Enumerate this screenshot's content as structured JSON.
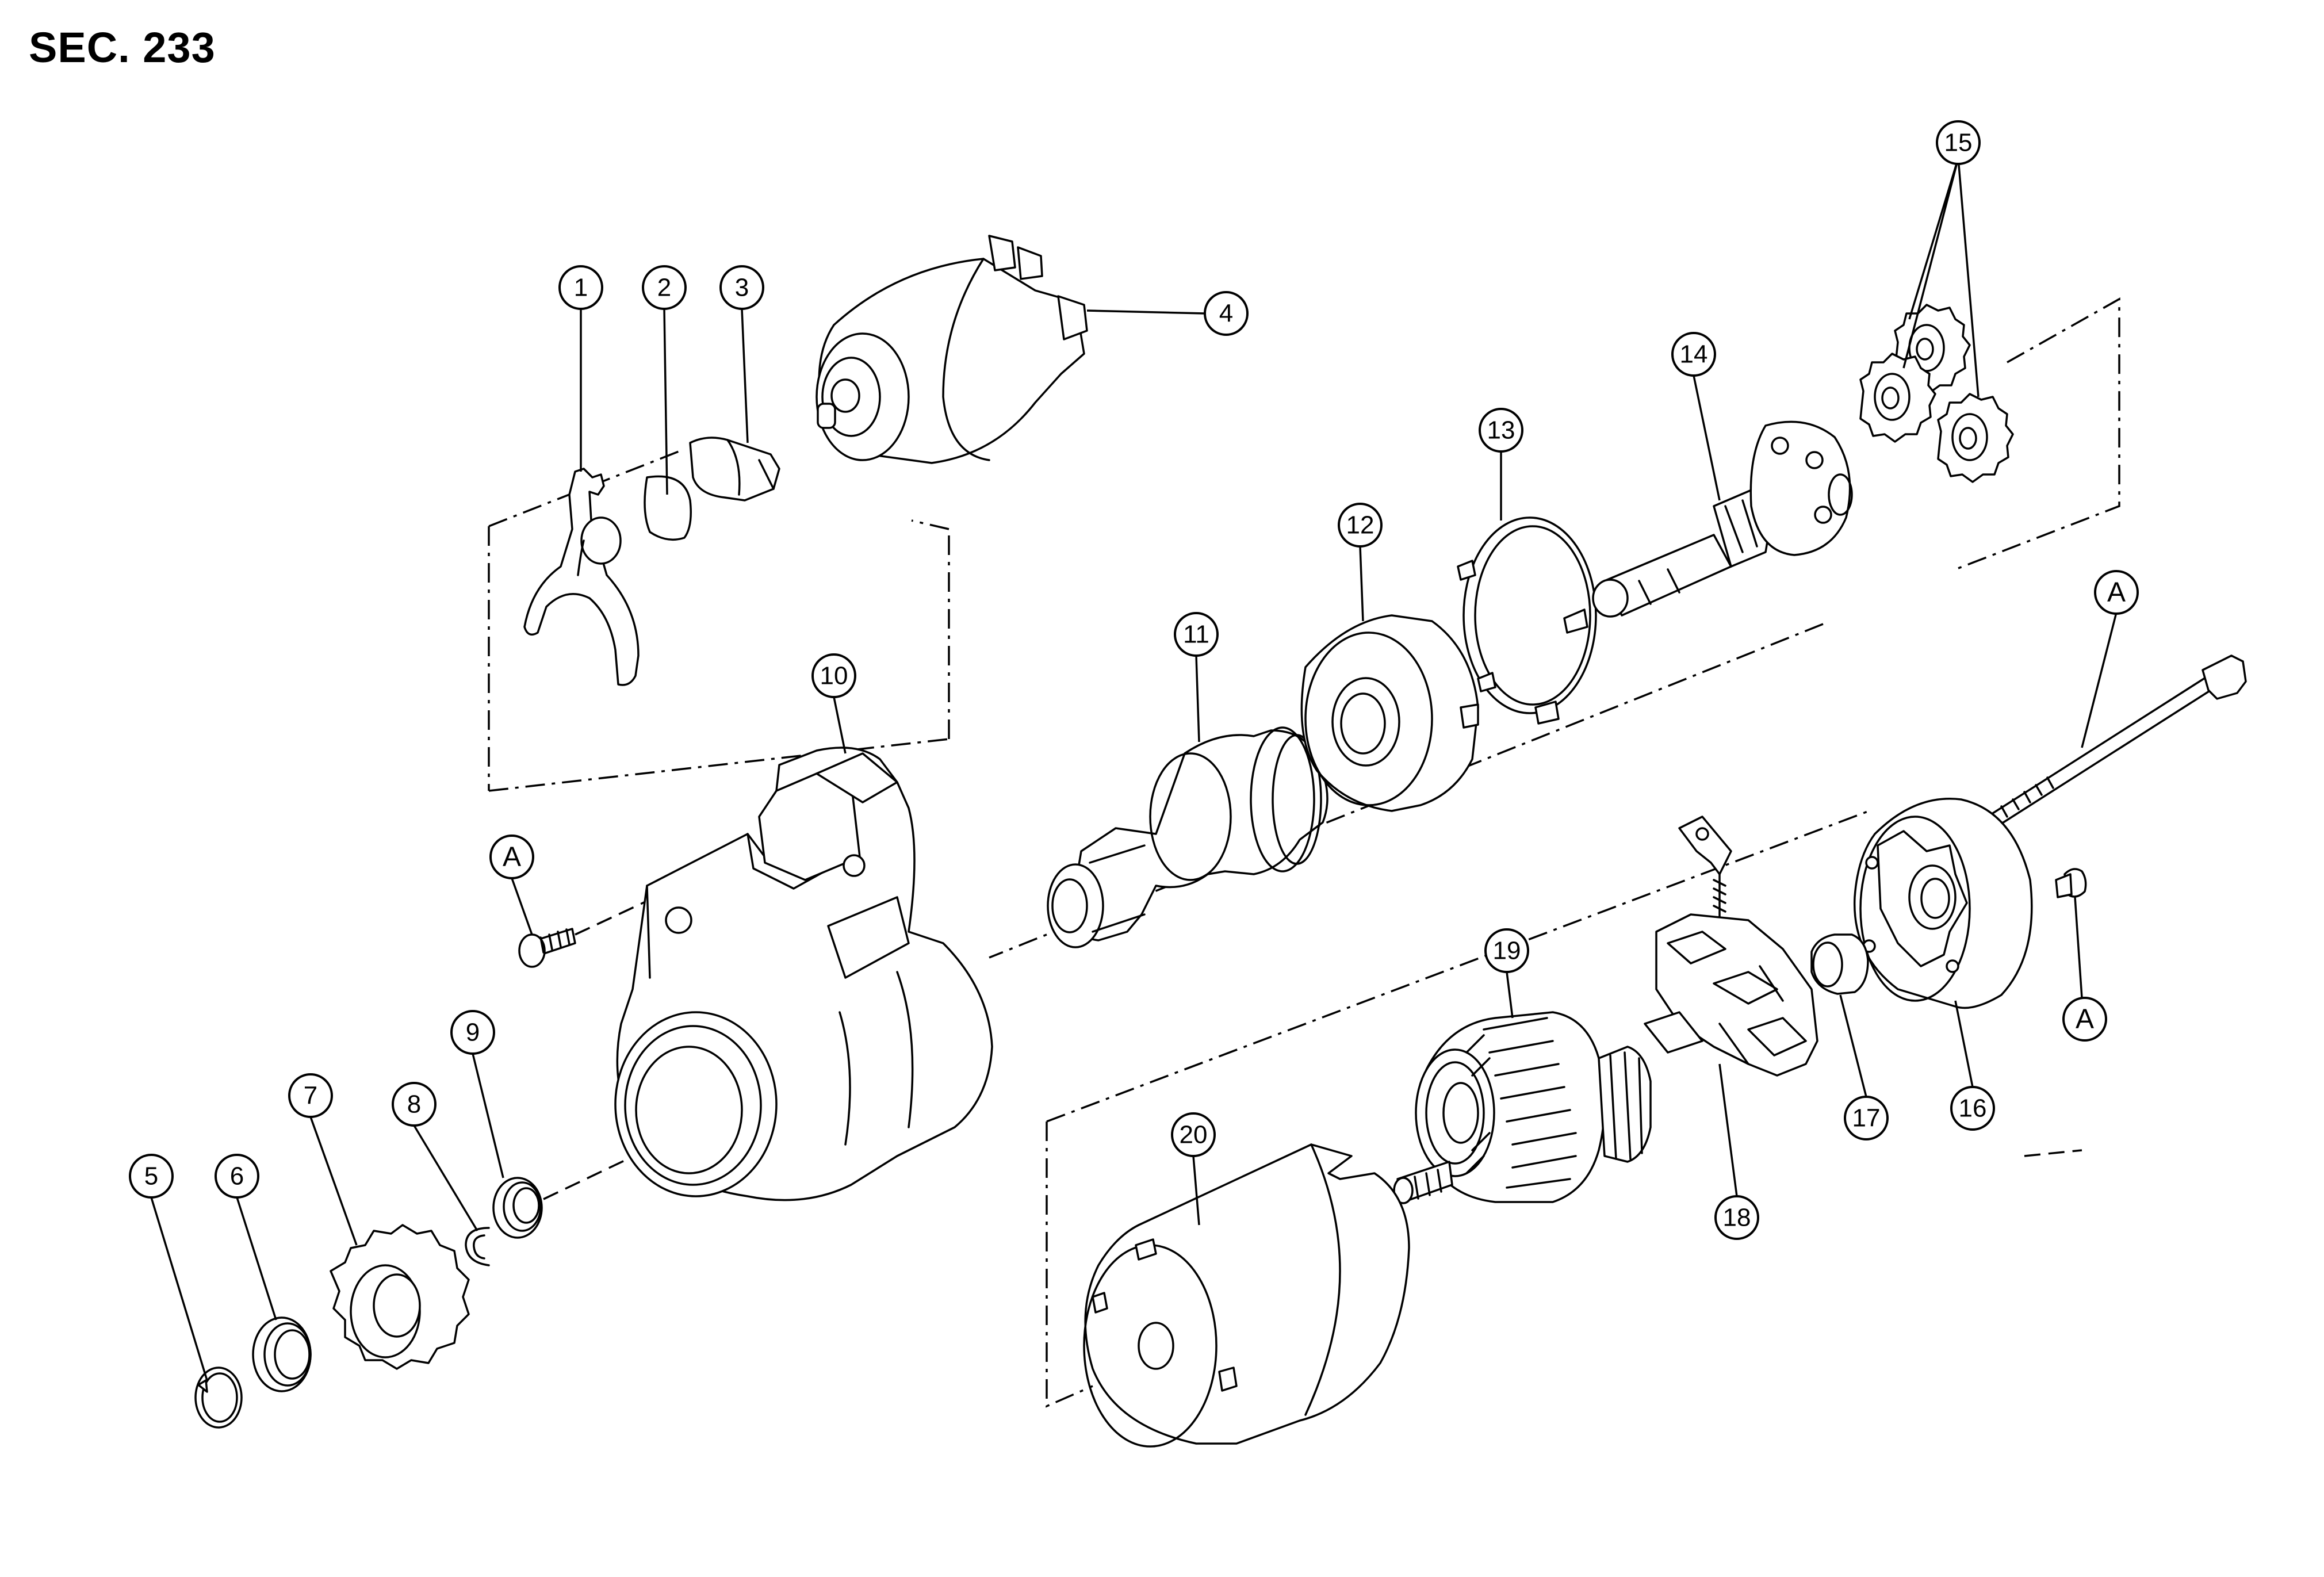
{
  "section": {
    "title": "SEC. 233"
  },
  "parts": [
    {
      "number": "1"
    },
    {
      "number": "2"
    },
    {
      "number": "3"
    },
    {
      "number": "4"
    },
    {
      "number": "5"
    },
    {
      "number": "6"
    },
    {
      "number": "7"
    },
    {
      "number": "8"
    },
    {
      "number": "9"
    },
    {
      "number": "10"
    },
    {
      "number": "11"
    },
    {
      "number": "12"
    },
    {
      "number": "13"
    },
    {
      "number": "14"
    },
    {
      "number": "15"
    },
    {
      "number": "16"
    },
    {
      "number": "17"
    },
    {
      "number": "18"
    },
    {
      "number": "19"
    },
    {
      "number": "20"
    }
  ],
  "reference_marks": {
    "a": "A"
  }
}
